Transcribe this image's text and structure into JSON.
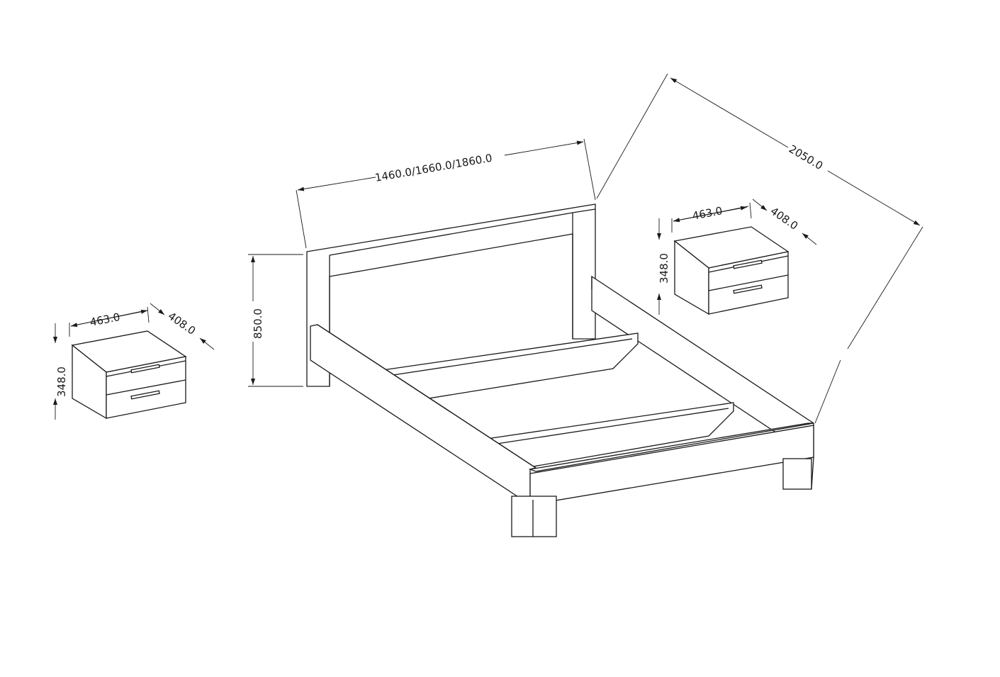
{
  "title": "Bed with two nightstands - dimension drawing",
  "dimensions": {
    "bed_width": "1460.0/1660.0/1860.0",
    "bed_length": "2050.0",
    "headboard_height": "850.0",
    "left_nightstand": {
      "width": "463.0",
      "depth": "408.0",
      "height": "348.0"
    },
    "right_nightstand": {
      "width": "463.0",
      "depth": "408.0",
      "height": "348.0"
    }
  },
  "colors": {
    "line": "#1a1a1a",
    "background": "#ffffff"
  }
}
